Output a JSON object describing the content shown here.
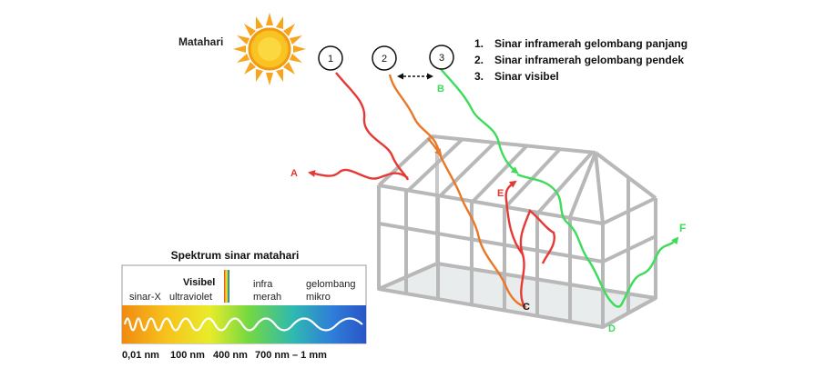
{
  "sun_label": "Matahari",
  "markers": [
    "1",
    "2",
    "3"
  ],
  "legend": [
    {
      "num": "1.",
      "text": "Sinar inframerah gelombang panjang"
    },
    {
      "num": "2.",
      "text": "Sinar inframerah gelombang pendek"
    },
    {
      "num": "3.",
      "text": "Sinar visibel"
    }
  ],
  "points": {
    "A": "A",
    "B": "B",
    "C": "C",
    "D": "D",
    "E": "E",
    "F": "F"
  },
  "spectrum": {
    "title": "Spektrum sinar matahari",
    "visible_label": "Visibel",
    "bands": {
      "xray": "sinar-X",
      "uv": "ultraviolet",
      "ir_line1": "infra",
      "ir_line2": "merah",
      "micro_line1": "gelombang",
      "micro_line2": "mikro"
    },
    "scale": [
      "0,01 nm",
      "100 nm",
      "400 nm",
      "700 nm – 1 mm"
    ]
  },
  "colors": {
    "ray_long_ir": "#e53935",
    "ray_short_ir": "#e8782a",
    "ray_visible": "#3ddc5a",
    "greenhouse_frame": "#b8b8b8",
    "sun": "#f7a51e"
  }
}
